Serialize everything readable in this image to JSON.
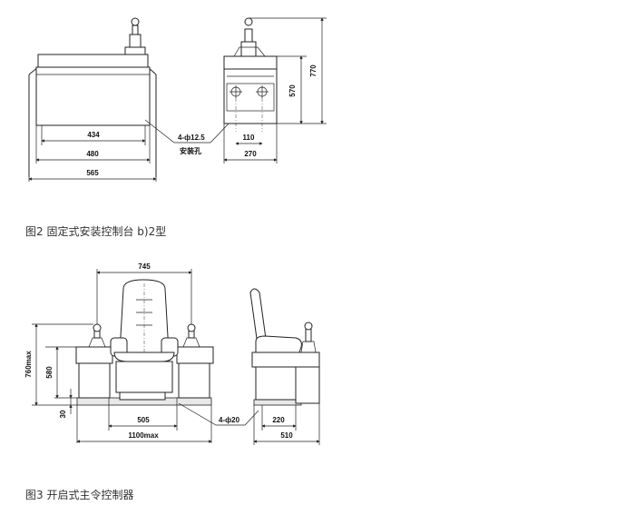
{
  "figure2": {
    "caption": "图2 固定式安装控制台 b)2型",
    "dims": {
      "d434": "434",
      "d480": "480",
      "d565": "565",
      "d110": "110",
      "d270": "270",
      "d570": "570",
      "d770": "770"
    },
    "hole_label": "4-ф12.5",
    "hole_note": "安装孔"
  },
  "figure3": {
    "caption": "图3 开启式主令控制器",
    "dims": {
      "d745": "745",
      "d760": "760max",
      "d580": "580",
      "d30": "30",
      "d505": "505",
      "d1100": "1100max",
      "d220": "220",
      "d510": "510"
    },
    "hole_label": "4-ф20"
  }
}
